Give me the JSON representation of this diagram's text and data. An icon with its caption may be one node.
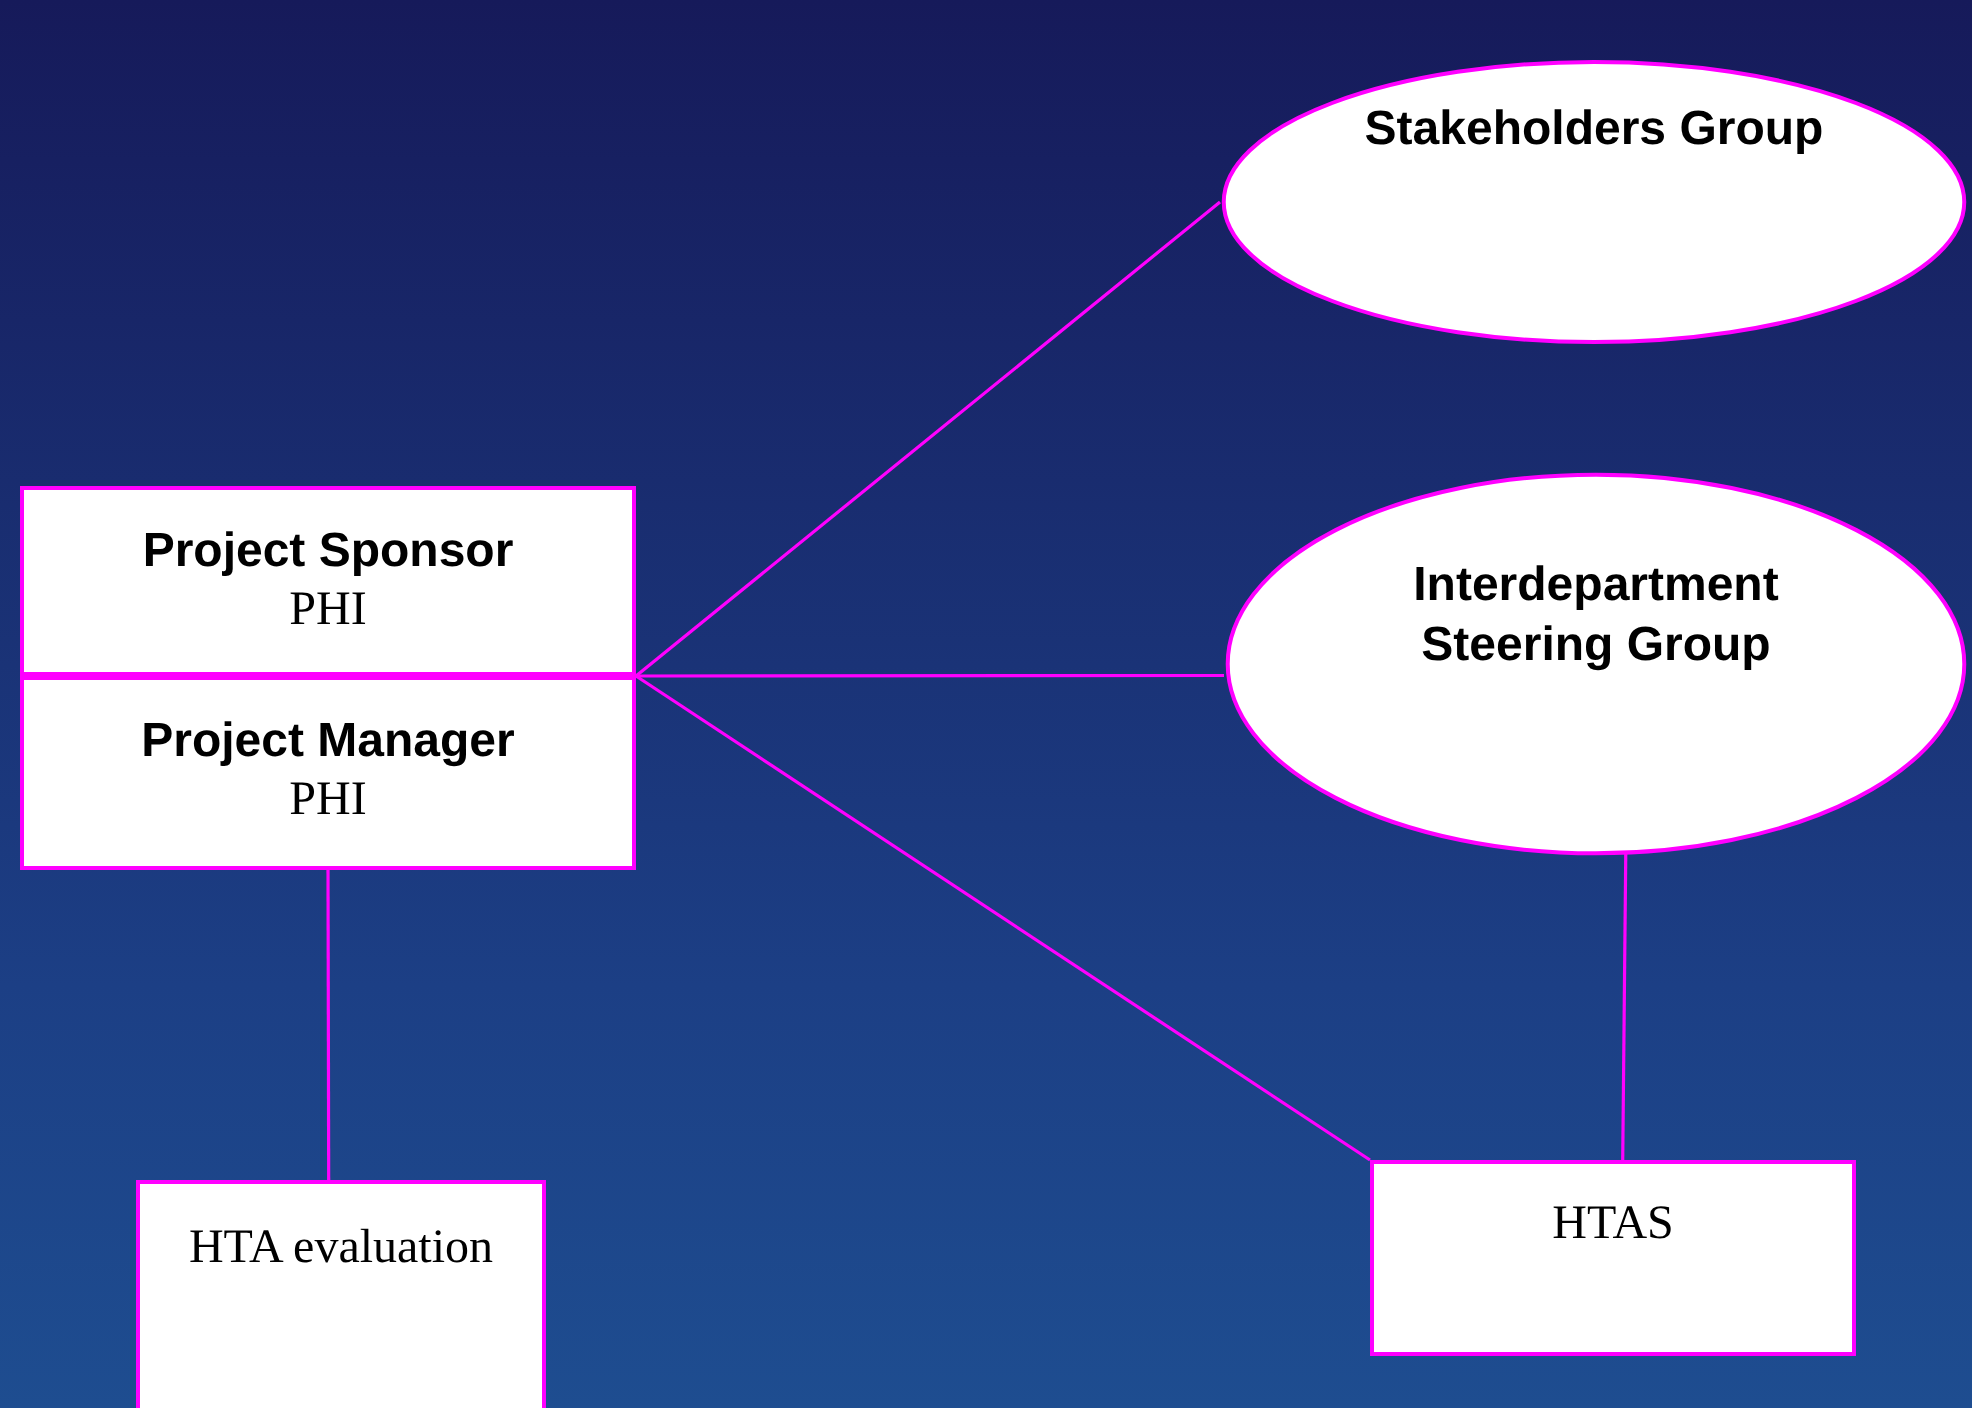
{
  "diagram": {
    "nodes": [
      {
        "text": [
          "Project Sponsor",
          "PHI"
        ]
      },
      {
        "text": [
          "Project Manager",
          "PHI"
        ]
      },
      {
        "text": [
          "Stakeholders Group"
        ]
      },
      {
        "text": [
          "Interdepartment Steering Group"
        ]
      },
      {
        "text": [
          "HTA evaluation"
        ]
      },
      {
        "text": [
          "HTAS"
        ]
      }
    ],
    "edges": [
      {
        "from": 0,
        "to": 2,
        "arrow": "none"
      },
      {
        "from": 0,
        "to": 3,
        "arrow": "none"
      },
      {
        "from": 0,
        "to": 5,
        "arrow": "none"
      },
      {
        "from": 1,
        "to": 4,
        "arrow": "none"
      },
      {
        "from": 3,
        "to": 5,
        "arrow": "none"
      }
    ]
  }
}
